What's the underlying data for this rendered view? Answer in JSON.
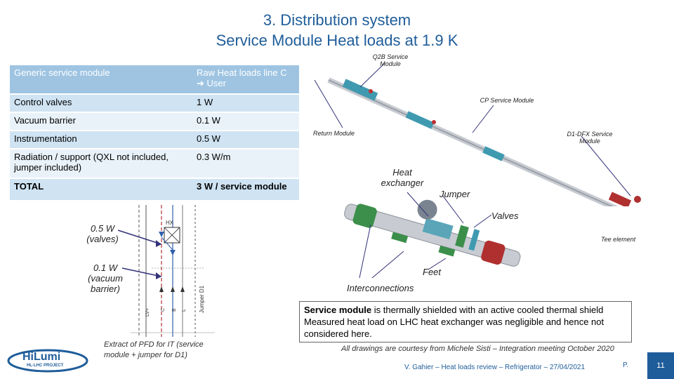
{
  "title": {
    "line1": "3. Distribution system",
    "line2": "Service Module Heat loads at 1.9 K"
  },
  "table": {
    "header": [
      "Generic service module",
      "Raw Heat loads line C ➔ User"
    ],
    "rows": [
      [
        "Control valves",
        "1 W"
      ],
      [
        "Vacuum barrier",
        "0.1 W"
      ],
      [
        "Instrumentation",
        "0.5 W"
      ],
      [
        "Radiation / support (QXL not included, jumper included)",
        "0.3 W/m"
      ],
      [
        "TOTAL",
        "3 W / service module"
      ]
    ]
  },
  "pfd": {
    "label_valves": "0.5 W (valves)",
    "label_barrier": "0.1 W (vacuum barrier)",
    "hx_label": "HX",
    "line_labels": [
      "LV+",
      "C",
      "B",
      "L",
      "Jumper D1"
    ],
    "caption": "Extract of PFD for IT (service module + jumper for D1)"
  },
  "overview": {
    "labels": {
      "q2b": "Q2B Service Module",
      "cp": "CP Service Module",
      "return": "Return Module",
      "d1": "D1-DFX Service Module",
      "tee": "Tee element"
    }
  },
  "detail": {
    "labels": {
      "heat_exchanger": "Heat exchanger",
      "jumper": "Jumper",
      "valves": "Valves",
      "feet": "Feet",
      "interconnections": "Interconnections"
    }
  },
  "note": {
    "bold": "Service module",
    "text1": " is thermally shielded with an active cooled thermal shield",
    "text2": "Measured heat load on LHC heat exchanger was negligible and hence not considered here."
  },
  "courtesy": "All drawings are courtesy from Michele Sisti – Integration meeting October 2020",
  "footer": "V. Gahier – Heat loads review – Refrigerator – 27/04/2021",
  "page_prefix": "P.",
  "page_number": "11",
  "logo": {
    "text": "HiLumi",
    "subtext": "HL-LHC PROJECT"
  },
  "colors": {
    "accent": "#1f5d9a",
    "table_header": "#9ec4e2",
    "table_row_a": "#cfe3f2",
    "table_row_b": "#e9f2f9"
  }
}
